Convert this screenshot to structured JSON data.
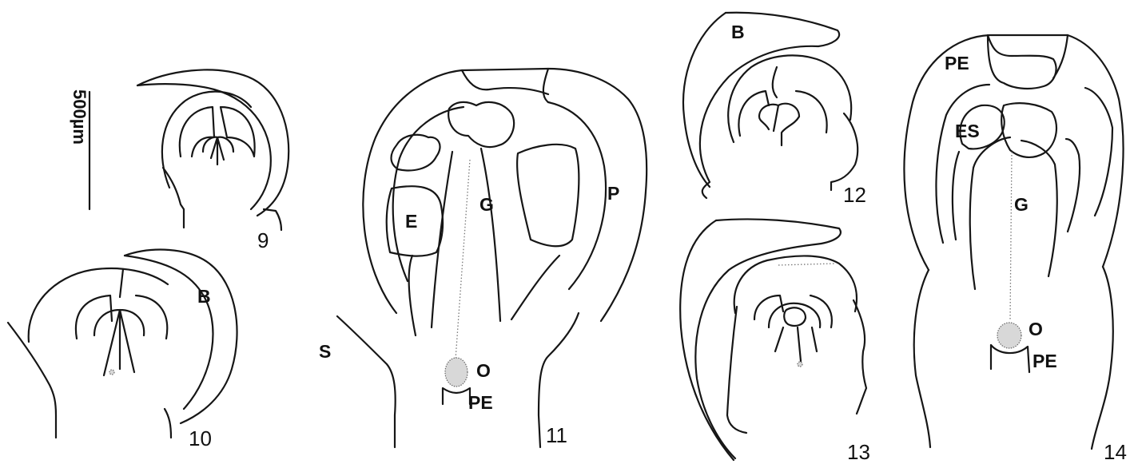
{
  "scale_bar": {
    "label": "500µm"
  },
  "figures": [
    {
      "number": "9",
      "labels": []
    },
    {
      "number": "10",
      "labels": [
        "B"
      ]
    },
    {
      "number": "11",
      "labels": [
        "P",
        "E",
        "G",
        "S",
        "O",
        "PE"
      ]
    },
    {
      "number": "12",
      "labels": [
        "B"
      ]
    },
    {
      "number": "13",
      "labels": []
    },
    {
      "number": "14",
      "labels": [
        "PE",
        "ES",
        "G",
        "O",
        "PE"
      ]
    }
  ]
}
